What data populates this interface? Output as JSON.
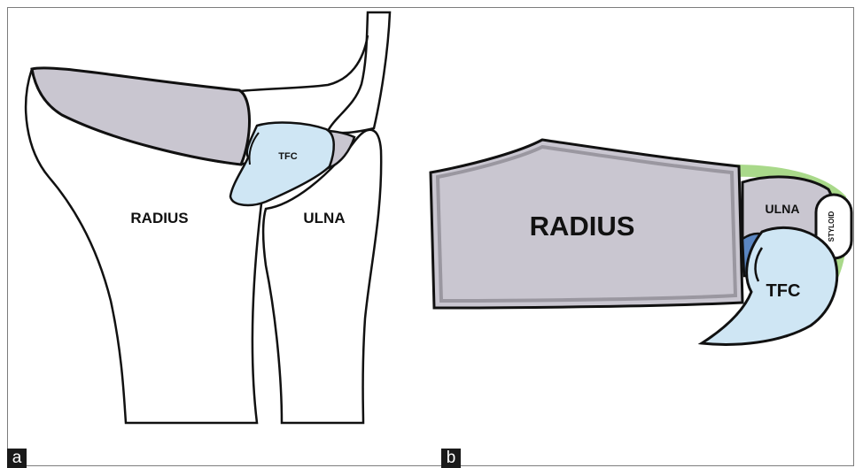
{
  "panels": [
    {
      "tag": "a",
      "labels": {
        "radius": "RADIUS",
        "ulna": "ULNA",
        "tfc": "TFC"
      }
    },
    {
      "tag": "b",
      "labels": {
        "radius": "RADIUS",
        "ulna": "ULNA",
        "tfc": "TFC",
        "styloid": "STYLOID"
      }
    }
  ],
  "colors": {
    "outline": "#111111",
    "bone_gray": "#c9c6d0",
    "bone_white": "#ffffff",
    "tfc_blue": "#cfe6f4",
    "tfc_dark_blue": "#5b86c2",
    "ligament_green": "#a9d98a",
    "frame": "#7d7d7d"
  }
}
